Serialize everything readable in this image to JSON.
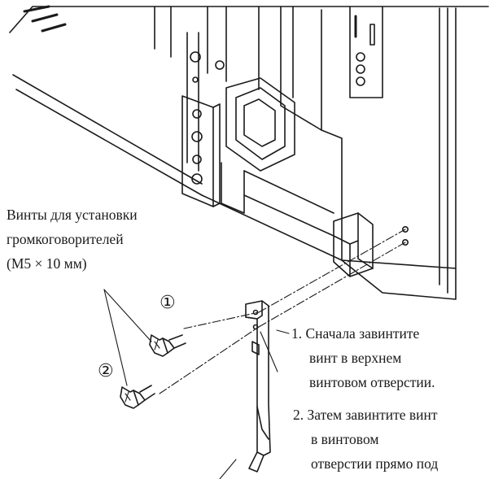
{
  "screws_label": {
    "line1": "Винты для установки",
    "line2": "громкоговорителей",
    "line3": "(M5 × 10 мм)"
  },
  "markers": {
    "one": "①",
    "two": "②"
  },
  "step1": {
    "line1": "1. Сначала завинтите",
    "line2": "винт в верхнем",
    "line3": "винтовом отверстии."
  },
  "step2": {
    "line1": "2. Затем завинтите винт",
    "line2": "в винтовом",
    "line3": "отверстии прямо под"
  }
}
